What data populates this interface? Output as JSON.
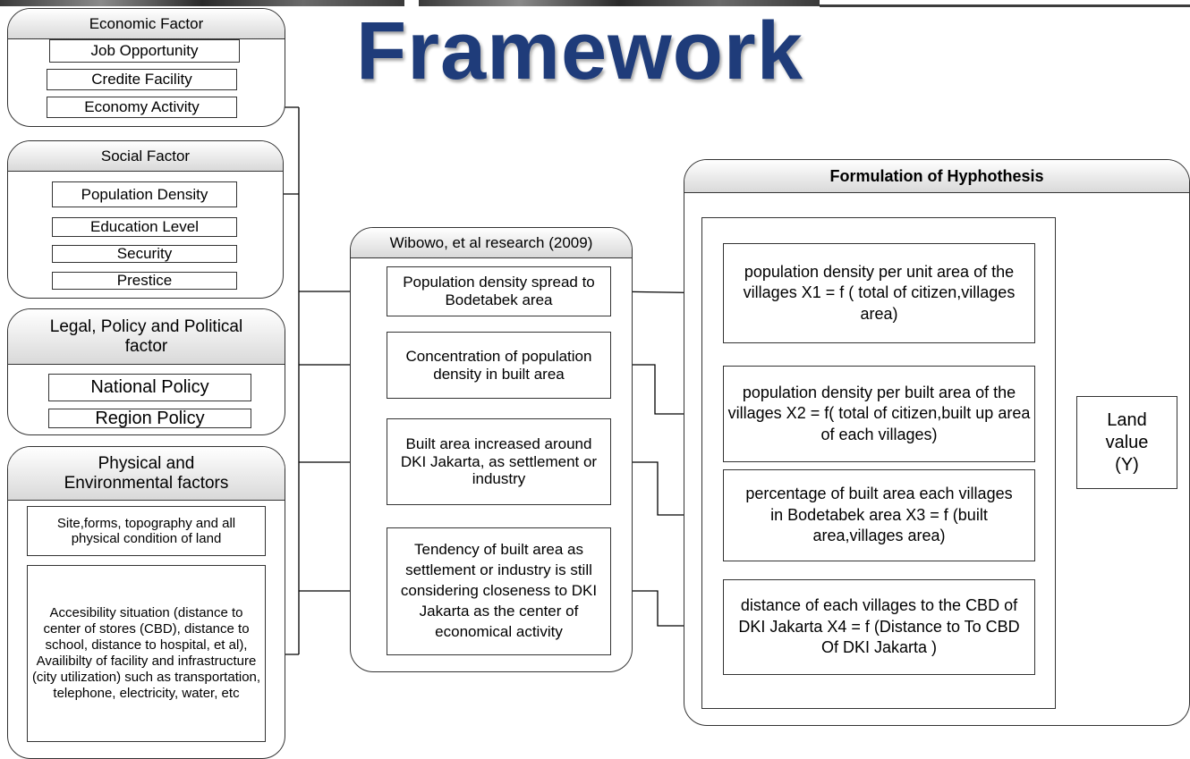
{
  "title": "Framework",
  "economic": {
    "header": "Economic Factor",
    "items": [
      "Job Opportunity",
      "Credite Facility",
      "Economy Activity"
    ]
  },
  "social": {
    "header": "Social Factor",
    "items": [
      "Population Density",
      "Education Level",
      "Security",
      "Prestice"
    ]
  },
  "legal": {
    "header": "Legal, Policy and Political factor",
    "items": [
      "National Policy",
      "Region Policy"
    ]
  },
  "physical": {
    "header": "Physical and Environmental factors",
    "items": [
      "Site,forms, topography and all physical condition of land",
      "Accesibility situation (distance to center of stores (CBD), distance to school, distance to hospital, et al), Availibilty of facility and infrastructure (city utilization) such as transportation, telephone, electricity, water, etc"
    ]
  },
  "research": {
    "header": "Wibowo, et al research (2009)",
    "items": [
      "Population density spread to Bodetabek area",
      "Concentration of population density in built area",
      "Built  area increased around DKI Jakarta, as settlement or industry",
      "Tendency of built area as settlement or industry is still considering closeness to DKI Jakarta as the center of economical activity"
    ]
  },
  "hypothesis": {
    "header": "Formulation of Hyphothesis",
    "items": [
      "population density per unit area of the villages X1 = f ( total of citizen,villages area)",
      "population density per built area of the villages X2 = f( total of citizen,built up area of each villages)",
      "percentage of built area each villages in Bodetabek area X3 = f (built  area,villages area)",
      "distance of each villages to the CBD of DKI Jakarta X4 = f (Distance to To CBD Of DKI Jakarta )"
    ]
  },
  "output": {
    "label": "Land value (Y)"
  }
}
